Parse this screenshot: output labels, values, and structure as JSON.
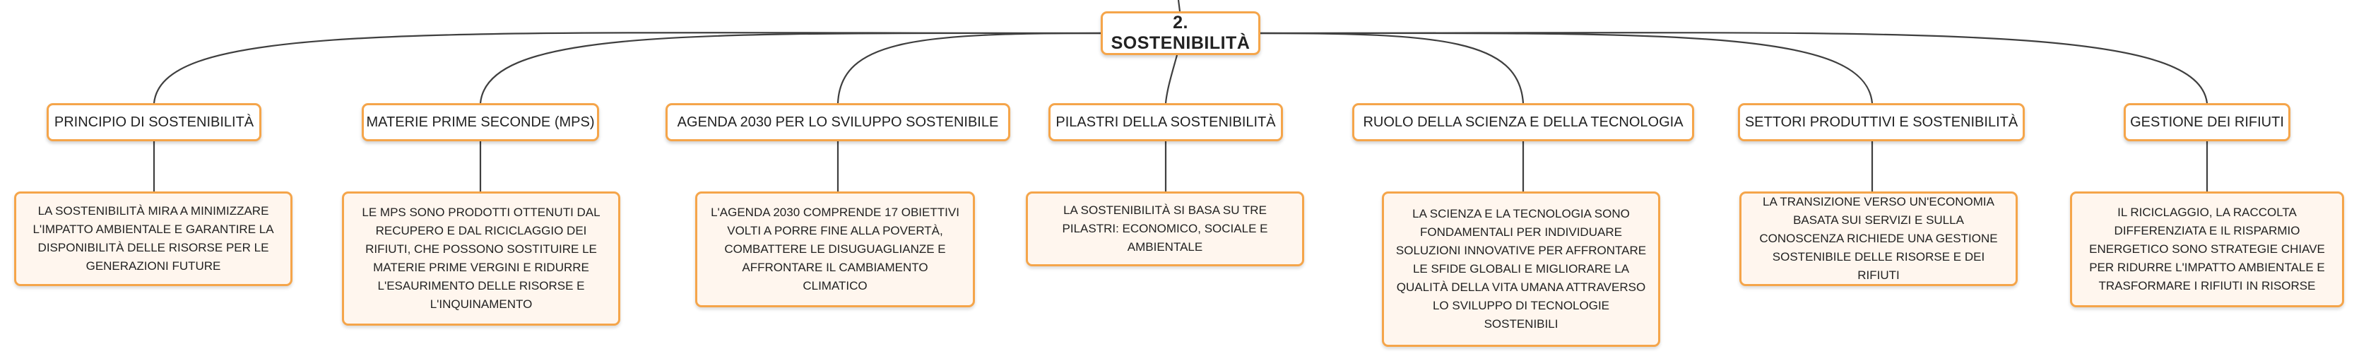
{
  "map": {
    "root": {
      "label": "2. SOSTENIBILITÀ"
    },
    "topics": [
      {
        "title": "PRINCIPIO DI SOSTENIBILITÀ",
        "text": "LA SOSTENIBILITÀ MIRA A MINIMIZZARE L'IMPATTO AMBIENTALE E GARANTIRE LA DISPONIBILITÀ DELLE RISORSE PER LE GENERAZIONI FUTURE"
      },
      {
        "title": "MATERIE PRIME SECONDE (MPS)",
        "text": "LE MPS SONO PRODOTTI OTTENUTI DAL RECUPERO E DAL RICICLAGGIO DEI RIFIUTI, CHE POSSONO SOSTITUIRE LE MATERIE PRIME VERGINI E RIDURRE L'ESAURIMENTO DELLE RISORSE E L'INQUINAMENTO"
      },
      {
        "title": "AGENDA 2030 PER LO SVILUPPO SOSTENIBILE",
        "text": "L'AGENDA 2030 COMPRENDE 17 OBIETTIVI VOLTI A PORRE FINE ALLA POVERTÀ, COMBATTERE LE DISUGUAGLIANZE E AFFRONTARE IL CAMBIAMENTO CLIMATICO"
      },
      {
        "title": "PILASTRI DELLA SOSTENIBILITÀ",
        "text": "LA SOSTENIBILITÀ SI BASA SU TRE PILASTRI: ECONOMICO, SOCIALE E AMBIENTALE"
      },
      {
        "title": "RUOLO DELLA SCIENZA E DELLA TECNOLOGIA",
        "text": "LA SCIENZA E LA TECNOLOGIA SONO FONDAMENTALI PER INDIVIDUARE SOLUZIONI INNOVATIVE PER AFFRONTARE LE SFIDE GLOBALI E MIGLIORARE LA QUALITÀ DELLA VITA UMANA ATTRAVERSO LO SVILUPPO DI TECNOLOGIE SOSTENIBILI"
      },
      {
        "title": "SETTORI PRODUTTIVI E SOSTENIBILITÀ",
        "text": "LA TRANSIZIONE VERSO UN'ECONOMIA BASATA SUI SERVIZI E SULLA CONOSCENZA RICHIEDE UNA GESTIONE SOSTENIBILE DELLE RISORSE E DEI RIFIUTI"
      },
      {
        "title": "GESTIONE DEI RIFIUTI",
        "text": "IL RICICLAGGIO, LA RACCOLTA DIFFERENZIATA E IL RISPARMIO ENERGETICO SONO STRATEGIE CHIAVE PER RIDURRE L'IMPATTO AMBIENTALE E TRASFORMARE I RIFIUTI IN RISORSE"
      }
    ],
    "colors": {
      "border": "#f5a54a",
      "leaf_fill": "#fff6ee",
      "connector": "#3f3f3f",
      "text": "#222222"
    }
  }
}
